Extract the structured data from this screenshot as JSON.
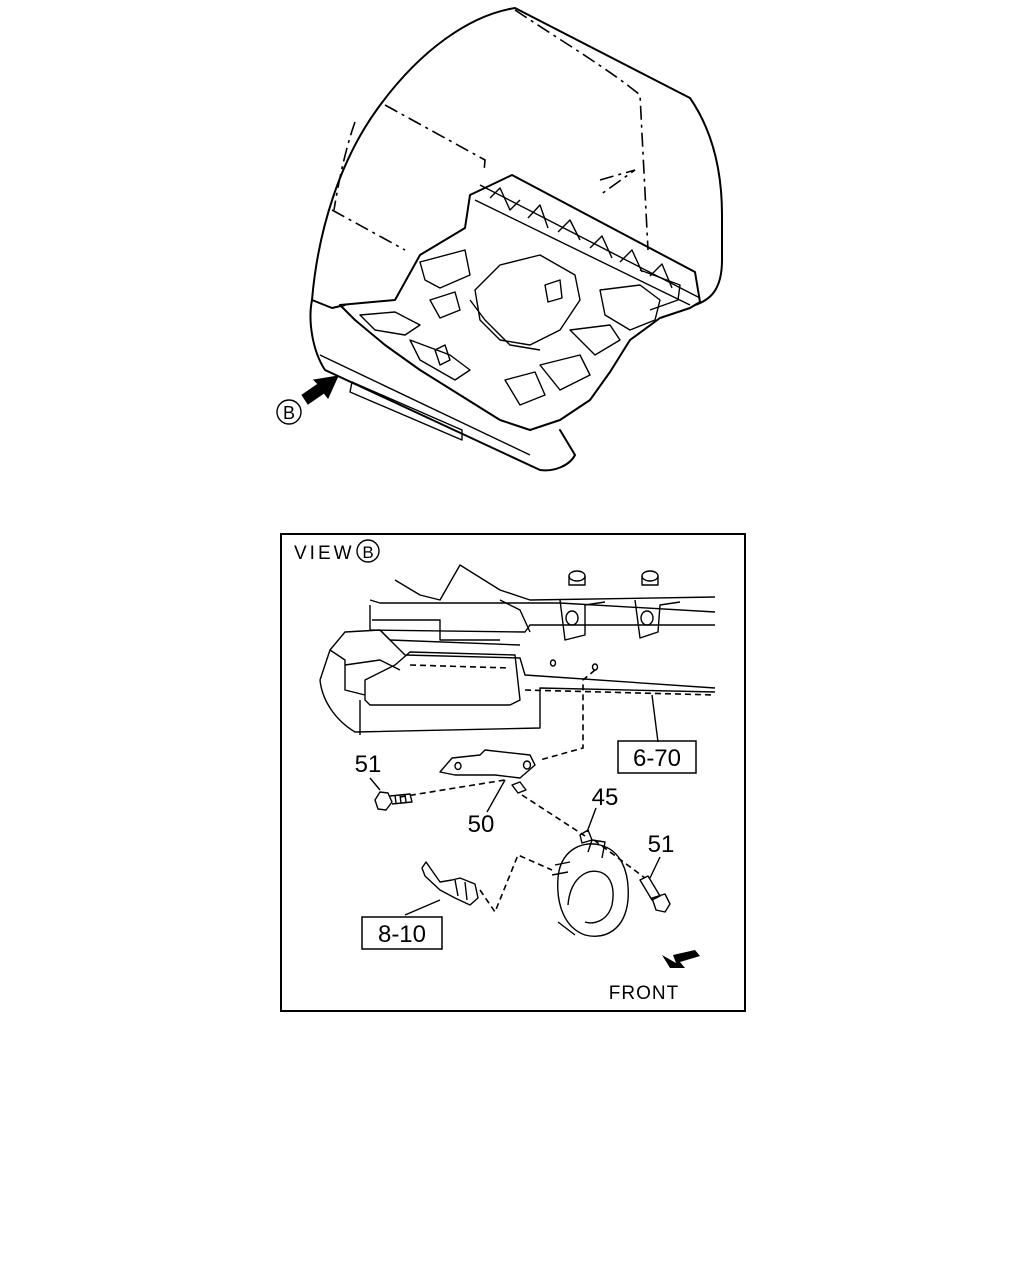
{
  "top_view": {
    "view_marker": "B"
  },
  "detail_view": {
    "title_prefix": "VIEW",
    "view_marker": "B",
    "callouts": {
      "ref_6_70": "6-70",
      "ref_8_10": "8-10",
      "part_51_upper": "51",
      "part_50": "50",
      "part_45": "45",
      "part_51_lower": "51"
    },
    "direction_label": "FRONT"
  }
}
